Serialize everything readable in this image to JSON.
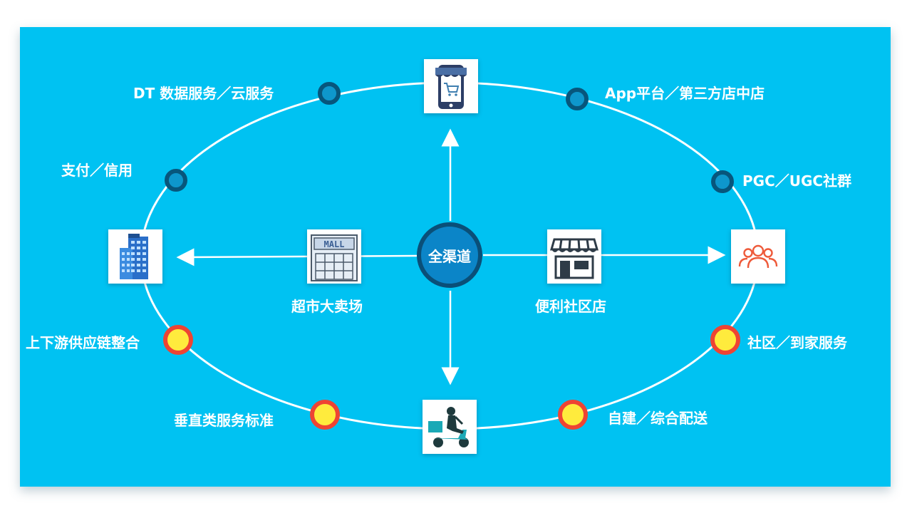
{
  "center_label": "全渠道",
  "labels": {
    "dt": "DT 数据服务／云服务",
    "app": "App平台／第三方店中店",
    "pay": "支付／信用",
    "pgc": "PGC／UGC社群",
    "supply": "上下游供应链整合",
    "community": "社区／到家服务",
    "vertical": "垂直类服务标准",
    "delivery": "自建／综合配送",
    "supermarket": "超市大卖场",
    "convenience": "便利社区店"
  },
  "icons": {
    "top": "mobile-shop-icon",
    "left": "office-building-icon",
    "right": "people-group-icon",
    "bottom": "delivery-scooter-icon",
    "mall": "mall-icon",
    "store": "storefront-icon"
  },
  "colors": {
    "background": "#00c2f2",
    "node_blue": "#0e97cc",
    "node_blue_ring": "#07567c",
    "node_yellow": "#ffeb3d",
    "node_red_ring": "#ee4433",
    "center_fill": "#0b85c8"
  }
}
